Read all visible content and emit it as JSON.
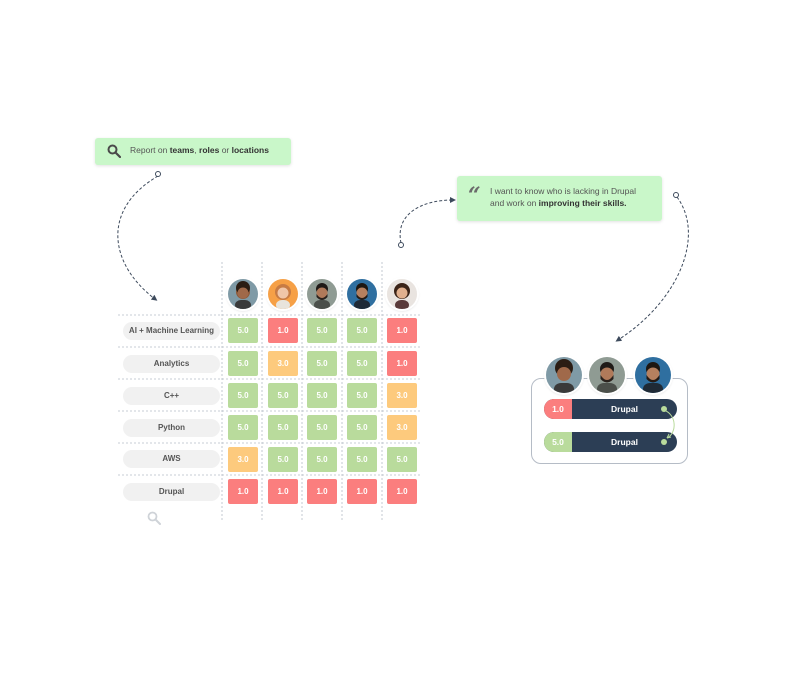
{
  "search_callout": {
    "icon": "search-icon",
    "prefix": "Report on ",
    "term1": "teams",
    "sep1": ", ",
    "term2": "roles",
    "sep2": " or ",
    "term3": "locations"
  },
  "quote_callout": {
    "icon": "quote-icon",
    "line1": "I want to know who is lacking in Drupal",
    "line2_prefix": "and work on ",
    "line2_bold": "improving their skills."
  },
  "matrix": {
    "people": [
      "person-1",
      "person-2",
      "person-3",
      "person-4",
      "person-5"
    ],
    "rows": [
      {
        "label": "AI + Machine Learning",
        "scores": [
          "5.0",
          "1.0",
          "5.0",
          "5.0",
          "1.0"
        ]
      },
      {
        "label": "Analytics",
        "scores": [
          "5.0",
          "3.0",
          "5.0",
          "5.0",
          "1.0"
        ]
      },
      {
        "label": "C++",
        "scores": [
          "5.0",
          "5.0",
          "5.0",
          "5.0",
          "3.0"
        ]
      },
      {
        "label": "Python",
        "scores": [
          "5.0",
          "5.0",
          "5.0",
          "5.0",
          "3.0"
        ]
      },
      {
        "label": "AWS",
        "scores": [
          "3.0",
          "5.0",
          "5.0",
          "5.0",
          "5.0"
        ]
      },
      {
        "label": "Drupal",
        "scores": [
          "1.0",
          "1.0",
          "1.0",
          "1.0",
          "1.0"
        ]
      }
    ]
  },
  "colors": {
    "high": "#b9db9c",
    "mid": "#fdca7d",
    "low": "#fb7e7e",
    "dark": "#2c3e55",
    "callout": "#c9f7c9"
  },
  "drupal_card": {
    "pills": [
      {
        "score": "1.0",
        "skill": "Drupal"
      },
      {
        "score": "5.0",
        "skill": "Drupal"
      }
    ]
  }
}
